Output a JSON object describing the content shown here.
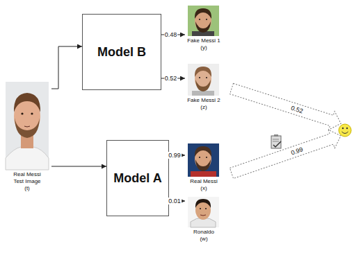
{
  "diagram": {
    "nodes": [
      {
        "text": [
          "Real Messi Test Image",
          "(t)"
        ]
      },
      {
        "text": [
          "Model B"
        ]
      },
      {
        "text": [
          "Model A"
        ]
      },
      {
        "text": [
          "Fake Messi 1",
          "(y)"
        ]
      },
      {
        "text": [
          "Fake Messi 2",
          "(z)"
        ]
      },
      {
        "text": [
          "Real Messi",
          "(x)"
        ]
      },
      {
        "text": [
          "Ronaldo",
          "(w)"
        ]
      }
    ],
    "edges": [
      {
        "from": 0,
        "to": 1,
        "arrow": "to"
      },
      {
        "from": 0,
        "to": 2,
        "arrow": "to"
      },
      {
        "from": 1,
        "to": 3,
        "label": "0.48",
        "arrow": "to"
      },
      {
        "from": 1,
        "to": 4,
        "label": "0.52",
        "arrow": "to"
      },
      {
        "from": 2,
        "to": 5,
        "label": "0.99",
        "arrow": "to"
      },
      {
        "from": 2,
        "to": 6,
        "label": "0.01",
        "arrow": "to"
      }
    ],
    "labels": [
      "0.52",
      "0.99"
    ]
  }
}
